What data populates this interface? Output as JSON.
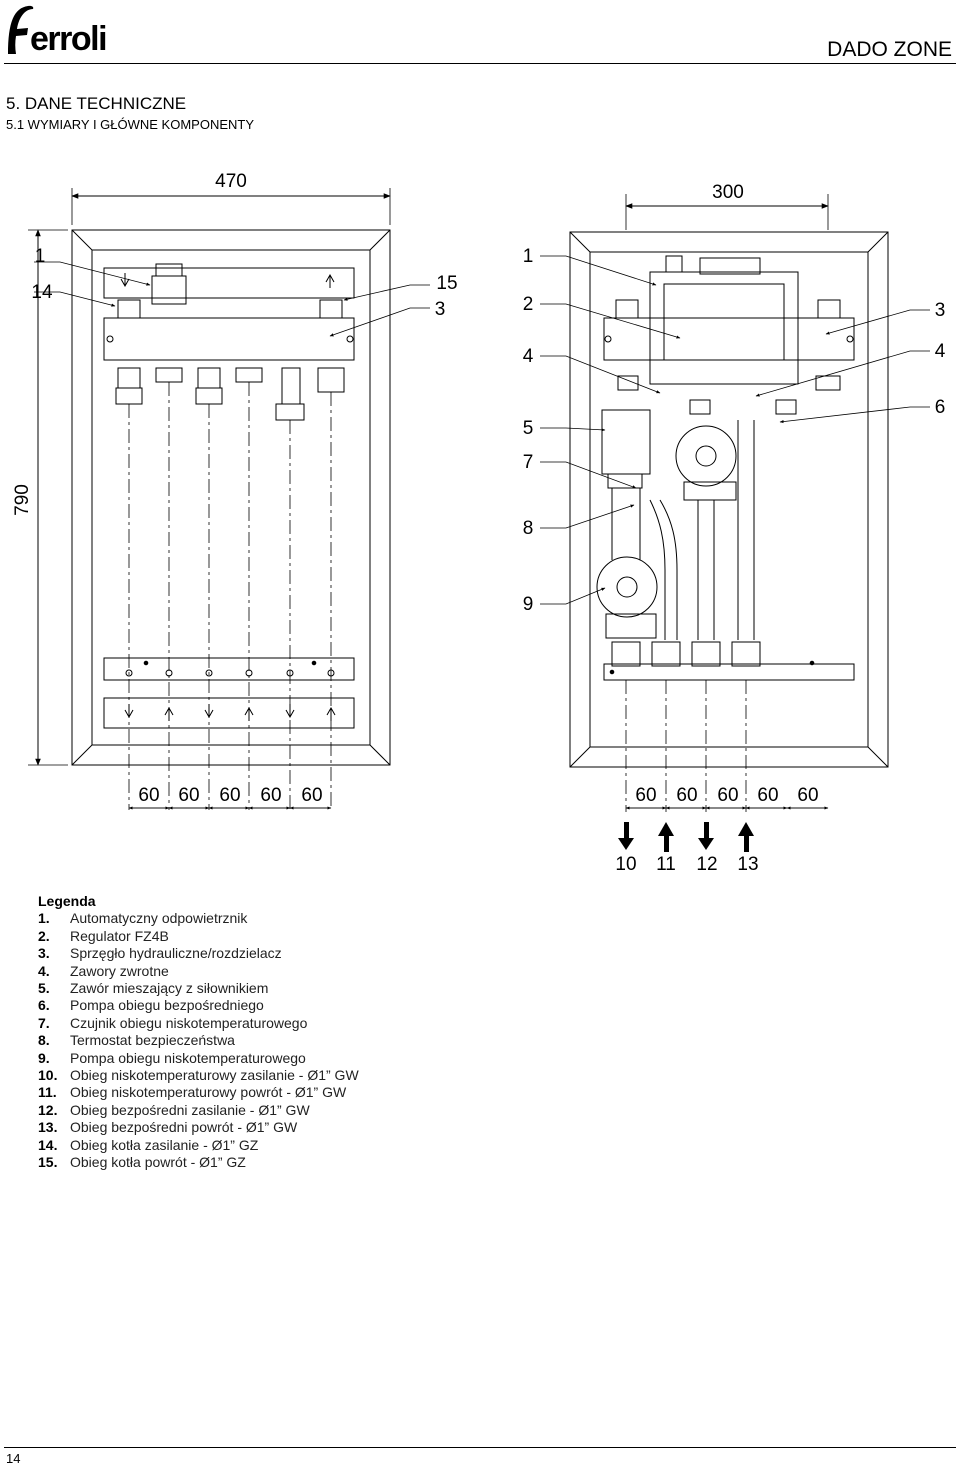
{
  "header": {
    "brand": "Ferroli",
    "title": "DADO ZONE"
  },
  "section": {
    "title": "5.   DANE TECHNICZNE",
    "subtitle": "5.1 WYMIARY I GŁÓWNE KOMPONENTY"
  },
  "drawing": {
    "left": {
      "width_dim": "470",
      "height_dim": "790",
      "callouts": [
        "1",
        "14",
        "15",
        "3"
      ],
      "spacings": [
        "60",
        "60",
        "60",
        "60",
        "60"
      ]
    },
    "right": {
      "width_dim": "300",
      "callouts_left": [
        "1",
        "2",
        "4",
        "5",
        "7",
        "8",
        "9"
      ],
      "callouts_right": [
        "3",
        "4",
        "6"
      ],
      "spacings": [
        "60",
        "60",
        "60",
        "60",
        "60"
      ],
      "ports": [
        "10",
        "11",
        "12",
        "13"
      ]
    }
  },
  "legend": {
    "title": "Legenda",
    "items": [
      {
        "num": "1.",
        "text": "Automatyczny odpowietrznik"
      },
      {
        "num": "2.",
        "text": "Regulator FZ4B"
      },
      {
        "num": "3.",
        "text": "Sprzęgło hydrauliczne/rozdzielacz"
      },
      {
        "num": "4.",
        "text": "Zawory zwrotne"
      },
      {
        "num": "5.",
        "text": "Zawór mieszający z siłownikiem"
      },
      {
        "num": "6.",
        "text": "Pompa obiegu bezpośredniego"
      },
      {
        "num": "7.",
        "text": "Czujnik obiegu niskotemperaturowego"
      },
      {
        "num": "8.",
        "text": "Termostat bezpieczeństwa"
      },
      {
        "num": "9.",
        "text": "Pompa obiegu niskotemperaturowego"
      },
      {
        "num": "10.",
        "text": "Obieg niskotemperaturowy zasilanie - Ø1” GW"
      },
      {
        "num": "11.",
        "text": "Obieg niskotemperaturowy powrót - Ø1” GW"
      },
      {
        "num": "12.",
        "text": "Obieg bezpośredni zasilanie - Ø1” GW"
      },
      {
        "num": "13.",
        "text": "Obieg bezpośredni powrót - Ø1” GW"
      },
      {
        "num": "14.",
        "text": "Obieg kotła zasilanie - Ø1” GZ"
      },
      {
        "num": "15.",
        "text": "Obieg kotła powrót - Ø1” GZ"
      }
    ]
  },
  "footer": {
    "page_number": "14"
  }
}
